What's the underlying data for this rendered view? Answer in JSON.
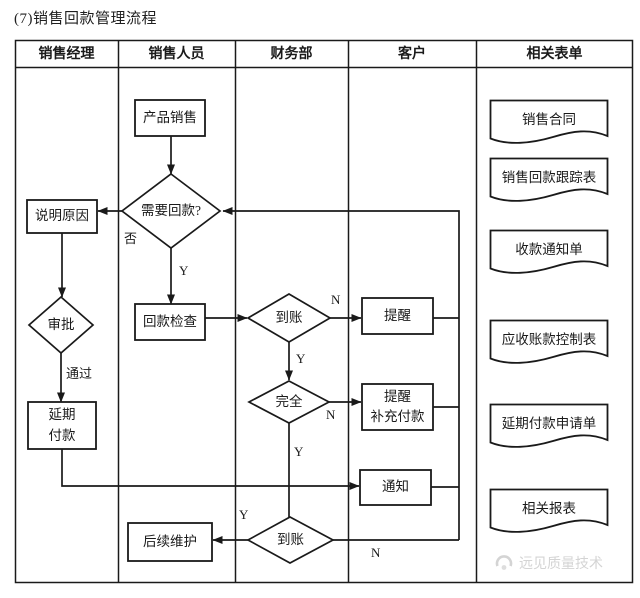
{
  "title": "(7)销售回款管理流程",
  "columns": [
    "销售经理",
    "销售人员",
    "财务部",
    "客户",
    "相关表单"
  ],
  "nodes": {
    "product_sales": "产品销售",
    "need_payment": "需要回款?",
    "explain_reason": "说明原因",
    "approve": "审批",
    "deferred_payment": "延期\n付款",
    "payment_check": "回款检查",
    "arrived_top": "到账",
    "remind": "提醒",
    "complete": "完全",
    "remind_supplement": "提醒\n补充付款",
    "notify": "通知",
    "arrived_bottom": "到账",
    "follow_up": "后续维护"
  },
  "edge_labels": {
    "no": "否",
    "y_need": "Y",
    "pass": "通过",
    "n_arrived": "N",
    "y_arrived": "Y",
    "n_complete": "N",
    "y_complete": "Y",
    "y_bottom": "Y",
    "n_bottom": "N"
  },
  "forms": [
    "销售合同",
    "销售回款跟踪表",
    "收款通知单",
    "应收账款控制表",
    "延期付款申请单",
    "相关报表"
  ],
  "watermark": "远见质量技术",
  "colors": {
    "line": "#1a1a1a",
    "watermark": "#d4d4d4"
  }
}
